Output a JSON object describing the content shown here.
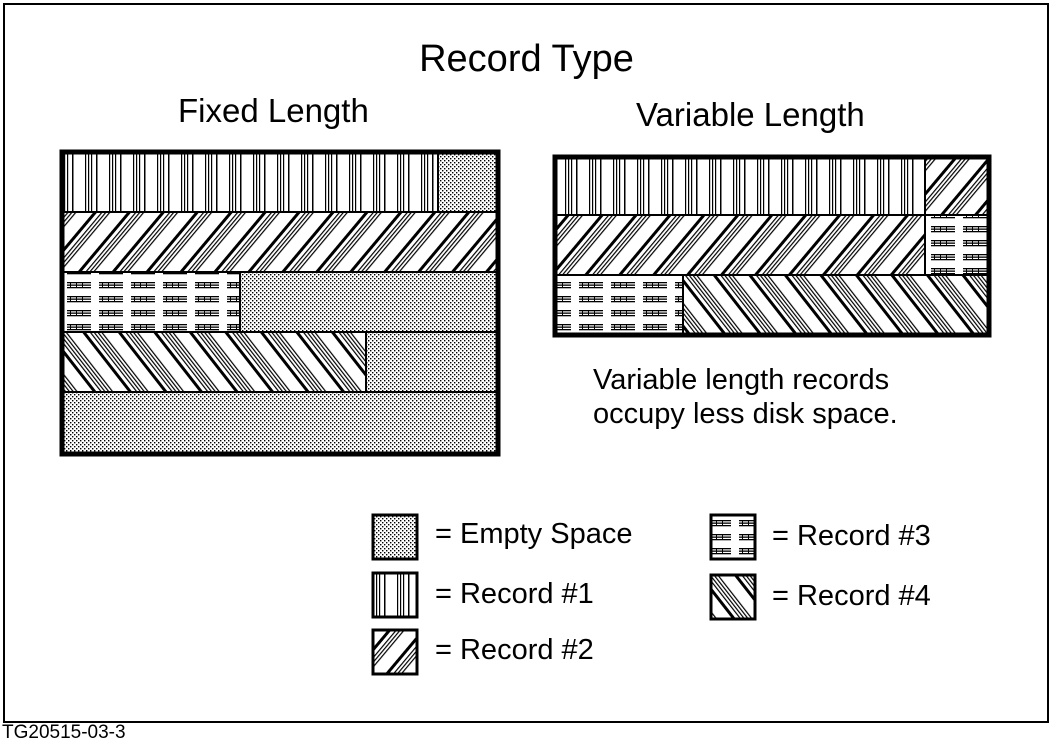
{
  "title": "Record Type",
  "fixed": {
    "title": "Fixed Length"
  },
  "variable": {
    "title": "Variable Length",
    "note_line1": "Variable length records",
    "note_line2": "occupy less disk space."
  },
  "legend": {
    "empty": "= Empty Space",
    "record1": "= Record #1",
    "record2": "= Record #2",
    "record3": "= Record #3",
    "record4": "= Record #4"
  },
  "caption": "TG20515-03-3",
  "colors": {
    "ink": "#000000",
    "paper": "#ffffff"
  }
}
